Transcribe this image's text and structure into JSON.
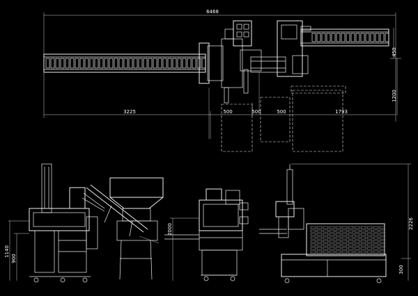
{
  "drawing": {
    "background": "#000000",
    "line_color": "#f2f2f2",
    "dimensions": {
      "overall_length": "6468",
      "left_conveyor_length": "3225",
      "right_section_length": "1793",
      "center_width_a": "500",
      "center_width_b": "500",
      "center_width_c": "500",
      "right_height_a": "450",
      "right_height_b": "1200",
      "left_elev_height_a": "1140",
      "left_elev_height_b": "900",
      "middle_elev_height": "2000",
      "right_elev_height": "2226",
      "right_elev_base": "300"
    }
  }
}
